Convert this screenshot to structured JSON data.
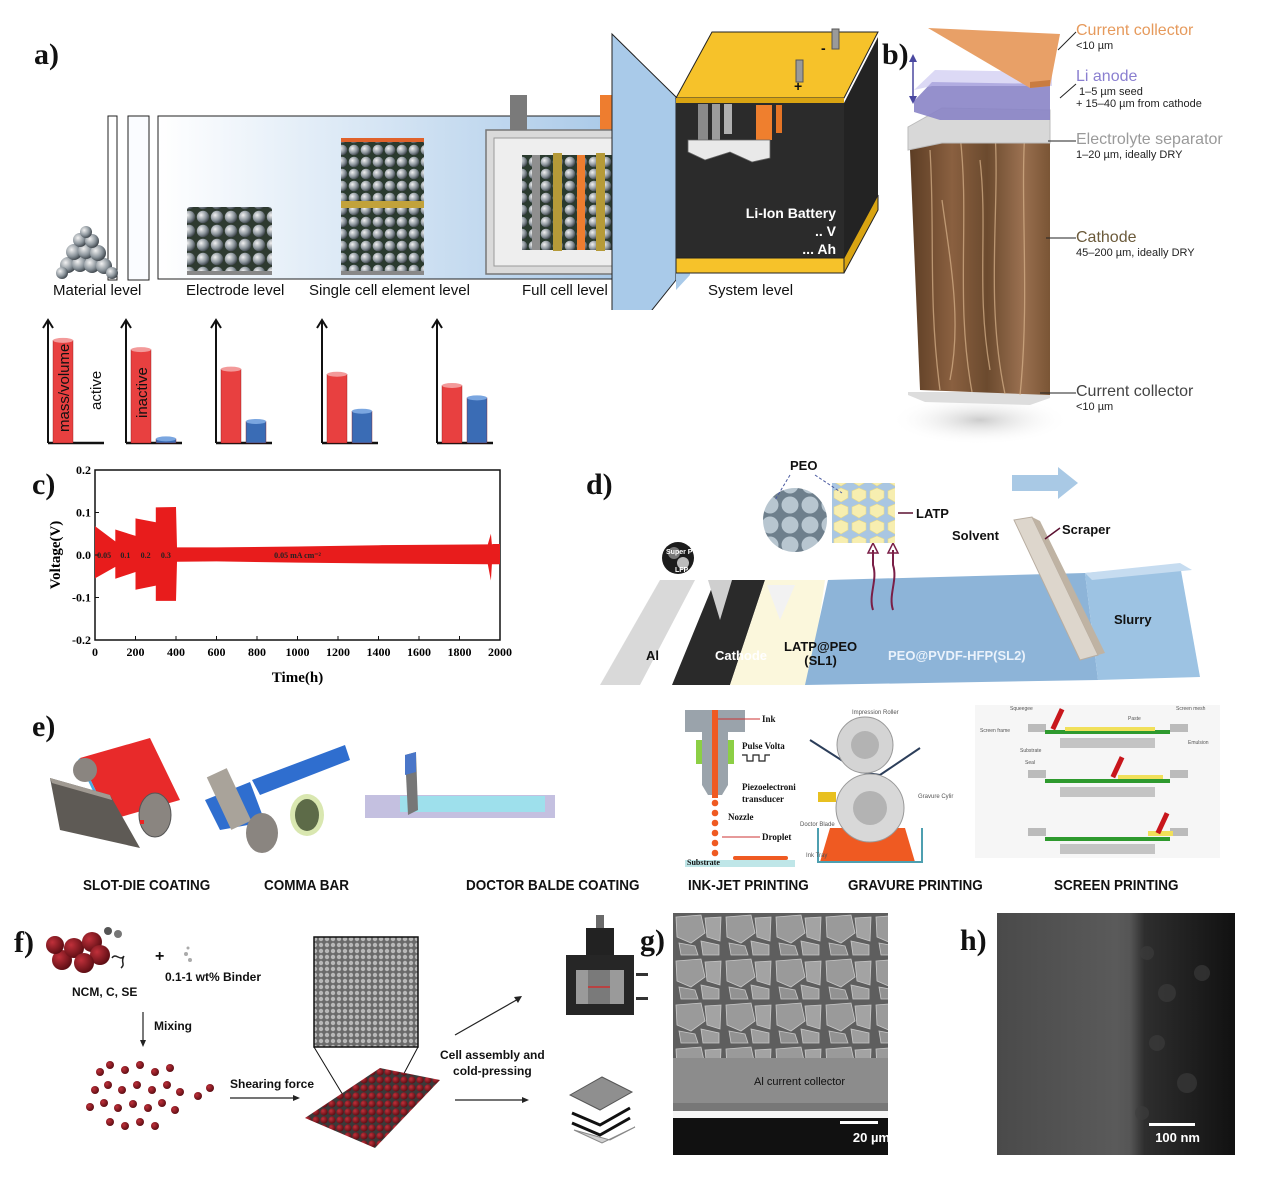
{
  "panels": {
    "a": {
      "label": "a)",
      "levels": [
        "Material level",
        "Electrode level",
        "Single cell element level",
        "Full cell level",
        "System level"
      ],
      "battery": {
        "title": "Li-Ion Battery",
        "line2": ".. V",
        "line3": "... Ah",
        "plus": "+",
        "minus": "-"
      },
      "axis_label": "mass/volume",
      "active_label": "active",
      "inactive_label": "inactive",
      "colors": {
        "active": "#e84040",
        "inactive": "#3a6cb5"
      }
    },
    "b": {
      "label": "b)",
      "layers": [
        {
          "name": "Current collector",
          "detail": "<10 µm",
          "color": "#e69a5c"
        },
        {
          "name": "Li anode",
          "detail": "1–5 µm seed",
          "detail2": "+ 15–40 µm from cathode",
          "color": "#8a7fd0"
        },
        {
          "name": "Electrolyte separator",
          "detail": "1–20 µm, ideally DRY",
          "color": "#9a9a9a"
        },
        {
          "name": "Cathode",
          "detail": "45–200 µm, ideally DRY",
          "color": "#6b5a3a"
        },
        {
          "name": "Current collector",
          "detail": "<10 µm",
          "color": "#444444"
        }
      ]
    },
    "c": {
      "label": "c)"
    },
    "d": {
      "label": "d)",
      "labels": {
        "peo": "PEO",
        "latp": "LATP",
        "super_p": "Super P",
        "lfp": "LFP",
        "solvent": "Solvent",
        "scraper": "Scraper",
        "slurry": "Slurry",
        "al": "Al",
        "cathode": "Cathode",
        "sl1_line1": "LATP@PEO",
        "sl1_line2": "(SL1)",
        "sl2": "PEO@PVDF-HFP(SL2)"
      }
    },
    "e": {
      "label": "e)",
      "methods": [
        "SLOT-DIE COATING",
        "COMMA BAR",
        "DOCTOR BALDE COATING",
        "INK-JET PRINTING",
        "GRAVURE PRINTING",
        "SCREEN PRINTING"
      ],
      "inkjet_labels": [
        "Ink",
        "Pulse Volta",
        "Piezoelectroni",
        "transducer",
        "Nozzle",
        "Droplet",
        "Substrate"
      ],
      "gravure_labels": [
        "Impression Roller",
        "Gravure Cylir",
        "Doctor Blade",
        "Ink Tray"
      ],
      "screen_labels": [
        "Squeegee",
        "Paste",
        "Screen mesh",
        "Screen frame",
        "Emulsion",
        "Substrate",
        "Seal"
      ]
    },
    "f": {
      "label": "f)",
      "materials": "NCM, C, SE",
      "plus": "+",
      "binder": "0.1-1 wt% Binder",
      "mixing": "Mixing",
      "shearing": "Shearing force",
      "assembly_line1": "Cell assembly and",
      "assembly_line2": "cold-pressing"
    },
    "g": {
      "label": "g)",
      "annotation": "Al current collector",
      "scale_bar": "20 µm"
    },
    "h": {
      "label": "h)",
      "scale_bar": "100 nm"
    }
  },
  "chart_data": [
    {
      "type": "bar",
      "title": "",
      "ylabel": "mass/volume",
      "categories": [
        "Material level",
        "Electrode level",
        "Single cell element level",
        "Full cell level",
        "System level"
      ],
      "series": [
        {
          "name": "active",
          "values": [
            100,
            91,
            72,
            67,
            56
          ]
        },
        {
          "name": "inactive",
          "values": [
            0,
            4,
            21,
            31,
            44
          ]
        }
      ],
      "ylim": [
        0,
        115
      ],
      "grid": false
    },
    {
      "type": "area",
      "title": "",
      "xlabel": "Time(h)",
      "ylabel": "Voltage(V)",
      "xlim": [
        0,
        2000
      ],
      "ylim": [
        -0.2,
        0.2
      ],
      "xticks": [
        0,
        200,
        400,
        600,
        800,
        1000,
        1200,
        1400,
        1600,
        1800,
        2000
      ],
      "yticks": [
        0.2,
        0.1,
        0.0,
        -0.1,
        -0.2
      ],
      "ytick_labels": [
        "0.2",
        "0.1",
        "0.0",
        "-0.1",
        "-0.2"
      ],
      "grid": false,
      "color": "#e81c1c",
      "envelope": {
        "x": [
          0,
          100,
          100,
          200,
          200,
          300,
          300,
          400,
          405,
          600,
          1000,
          1400,
          1940,
          1955,
          1960,
          1965,
          1970,
          2000
        ],
        "upper": [
          0.068,
          0.032,
          0.06,
          0.045,
          0.086,
          0.077,
          0.112,
          0.113,
          0.018,
          0.018,
          0.02,
          0.023,
          0.025,
          0.05,
          0.025,
          0.026,
          0.026,
          0.026
        ],
        "lower": [
          -0.055,
          -0.028,
          -0.056,
          -0.04,
          -0.082,
          -0.072,
          -0.108,
          -0.108,
          -0.016,
          -0.015,
          -0.018,
          -0.02,
          -0.022,
          -0.06,
          -0.022,
          -0.022,
          -0.022,
          -0.022
        ]
      },
      "annotations": [
        {
          "text": "0.05",
          "x": 45,
          "y": 0
        },
        {
          "text": "0.1",
          "x": 150,
          "y": 0
        },
        {
          "text": "0.2",
          "x": 250,
          "y": 0
        },
        {
          "text": "0.3",
          "x": 350,
          "y": 0
        },
        {
          "text": "0.05 mA cm⁻²",
          "x": 1000,
          "y": 0
        }
      ]
    }
  ]
}
